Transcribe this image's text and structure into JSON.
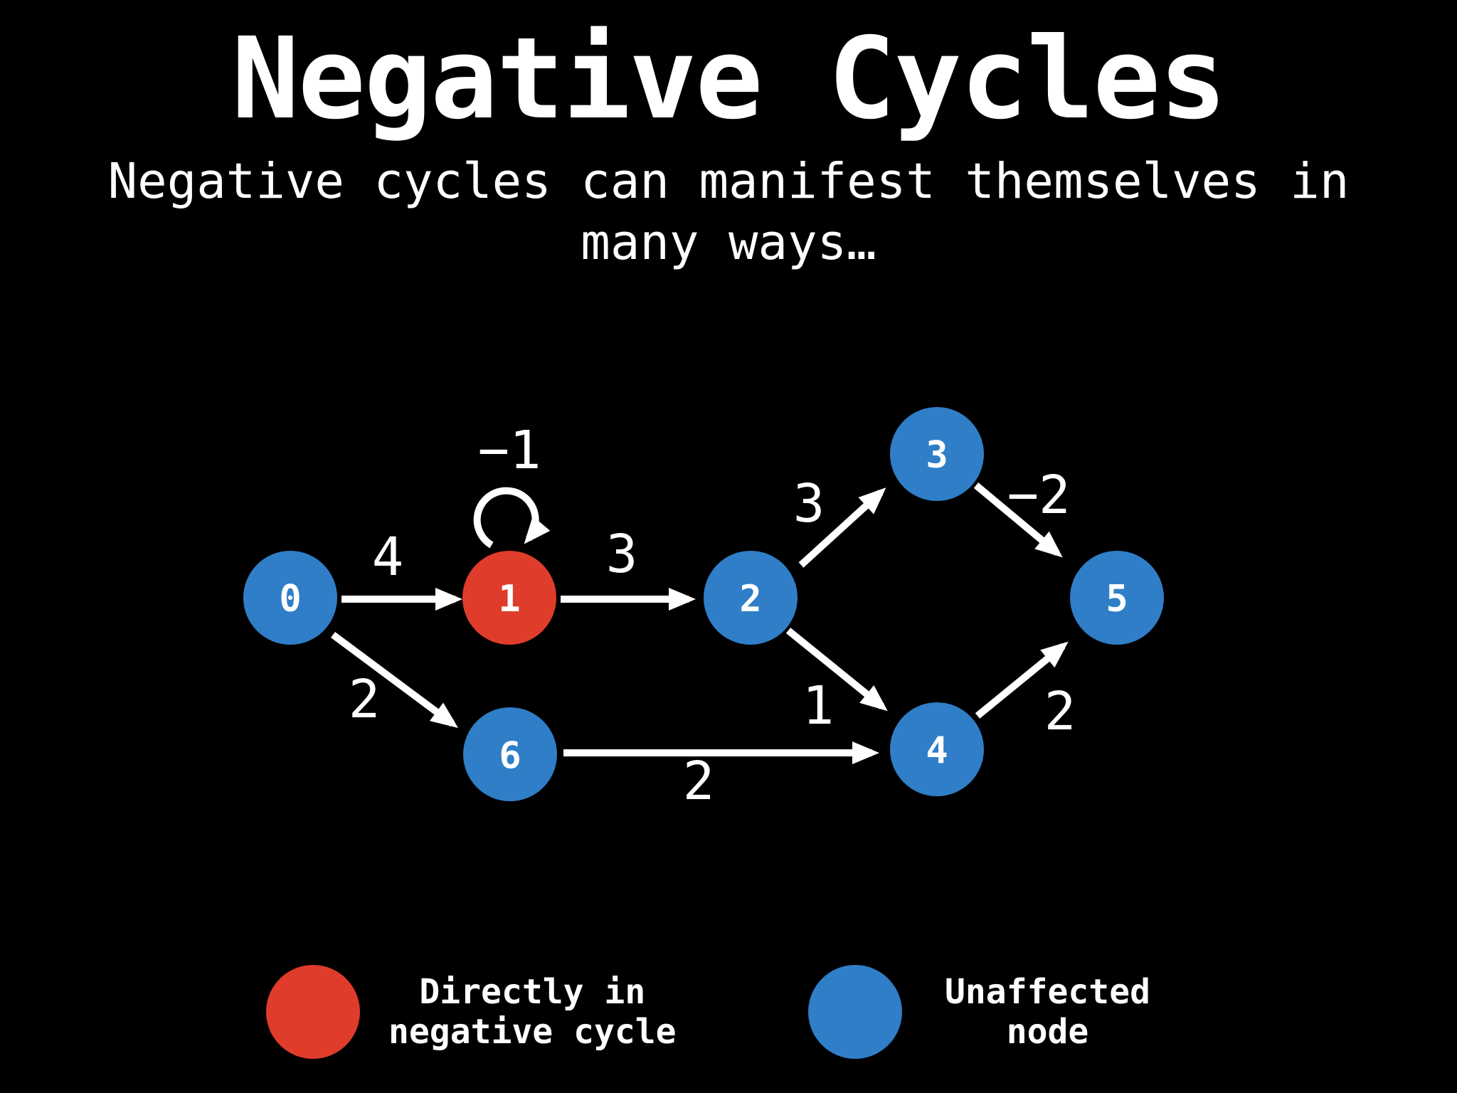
{
  "slide": {
    "title": "Negative Cycles",
    "subtitle": {
      "line1": "Negative cycles can manifest themselves in",
      "line2": "many ways…"
    }
  },
  "colors": {
    "background": "#000000",
    "text": "#FFFFFF",
    "arrow": "#FFFFFF",
    "node_unaffected_blue": "#2F7EC7",
    "node_negative_cycle_red": "#DF3C2C"
  },
  "graph": {
    "nodes": [
      {
        "label": "0",
        "type": "unaffected"
      },
      {
        "label": "1",
        "type": "directly-in-negative-cycle"
      },
      {
        "label": "2",
        "type": "unaffected"
      },
      {
        "label": "3",
        "type": "unaffected"
      },
      {
        "label": "4",
        "type": "unaffected"
      },
      {
        "label": "5",
        "type": "unaffected"
      },
      {
        "label": "6",
        "type": "unaffected"
      }
    ],
    "edges": [
      {
        "from": "0",
        "to": "1",
        "weight": "4"
      },
      {
        "from": "1",
        "to": "1",
        "weight": "−1"
      },
      {
        "from": "1",
        "to": "2",
        "weight": "3"
      },
      {
        "from": "0",
        "to": "6",
        "weight": "2"
      },
      {
        "from": "2",
        "to": "3",
        "weight": "3"
      },
      {
        "from": "3",
        "to": "5",
        "weight": "−2"
      },
      {
        "from": "2",
        "to": "4",
        "weight": "1"
      },
      {
        "from": "6",
        "to": "4",
        "weight": "2"
      },
      {
        "from": "4",
        "to": "5",
        "weight": "2"
      }
    ]
  },
  "legend": {
    "items": [
      {
        "swatch_color": "#DF3C2C",
        "line1": "Directly in",
        "line2": "negative cycle"
      },
      {
        "swatch_color": "#2F7EC7",
        "line1": "Unaffected",
        "line2": "node"
      }
    ]
  }
}
